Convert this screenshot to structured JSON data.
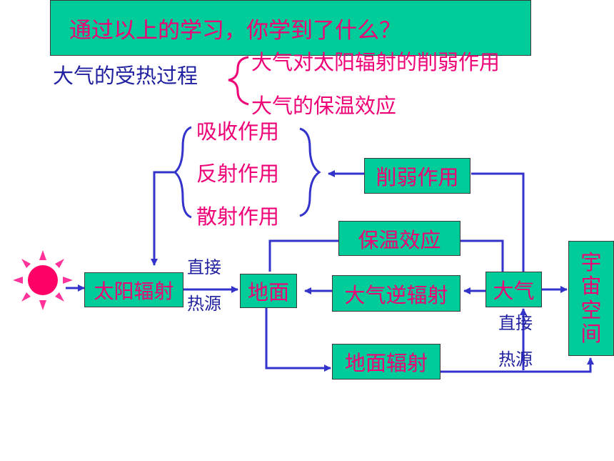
{
  "header": {
    "question": "通过以上的学习，你学到了什么？"
  },
  "summary": {
    "topic": "大气的受热过程",
    "points": [
      "大气对太阳辐射的削弱作用",
      "大气的保温效应"
    ]
  },
  "diagram": {
    "weakening_effects": [
      "吸收作用",
      "反射作用",
      "散射作用"
    ],
    "nodes": {
      "sun_radiation": "太阳辐射",
      "ground": "地面",
      "atmosphere": "大气",
      "space": "宇宙空间",
      "weakening": "削弱作用",
      "insulation": "保温效应",
      "counter_radiation": "大气逆辐射",
      "ground_radiation": "地面辐射"
    },
    "edge_labels": {
      "direct": "直接",
      "heat_source": "热源"
    }
  }
}
